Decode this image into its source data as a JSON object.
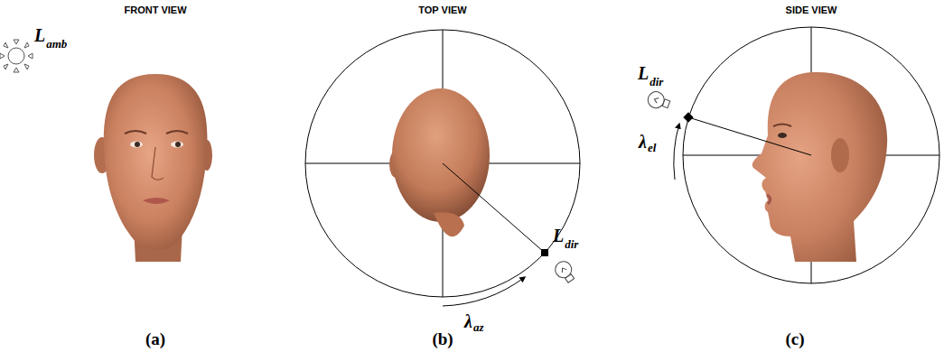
{
  "diagram": {
    "labels": [
      "FRONT VIEW",
      "L",
      "amb",
      "TOP VIEW",
      "L",
      "dir",
      "λ",
      "az",
      "SIDE VIEW",
      "L",
      "dir",
      "λ",
      "el",
      "(a)",
      "(b)",
      "(c)"
    ]
  }
}
